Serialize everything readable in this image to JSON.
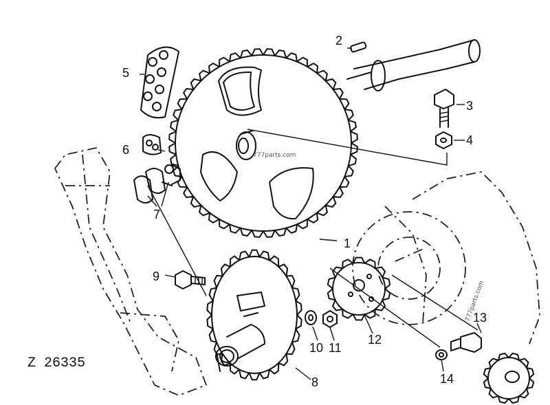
{
  "drawing_code": "Z 26335",
  "watermarks": [
    "777parts.com",
    "777parts.com"
  ],
  "callouts": [
    {
      "id": "1",
      "label": "1"
    },
    {
      "id": "2",
      "label": "2"
    },
    {
      "id": "3",
      "label": "3"
    },
    {
      "id": "4",
      "label": "4"
    },
    {
      "id": "5",
      "label": "5"
    },
    {
      "id": "6",
      "label": "6"
    },
    {
      "id": "7",
      "label": "7"
    },
    {
      "id": "8",
      "label": "8"
    },
    {
      "id": "9",
      "label": "9"
    },
    {
      "id": "10",
      "label": "10"
    },
    {
      "id": "11",
      "label": "11"
    },
    {
      "id": "12",
      "label": "12"
    },
    {
      "id": "13",
      "label": "13"
    },
    {
      "id": "14",
      "label": "14"
    }
  ]
}
